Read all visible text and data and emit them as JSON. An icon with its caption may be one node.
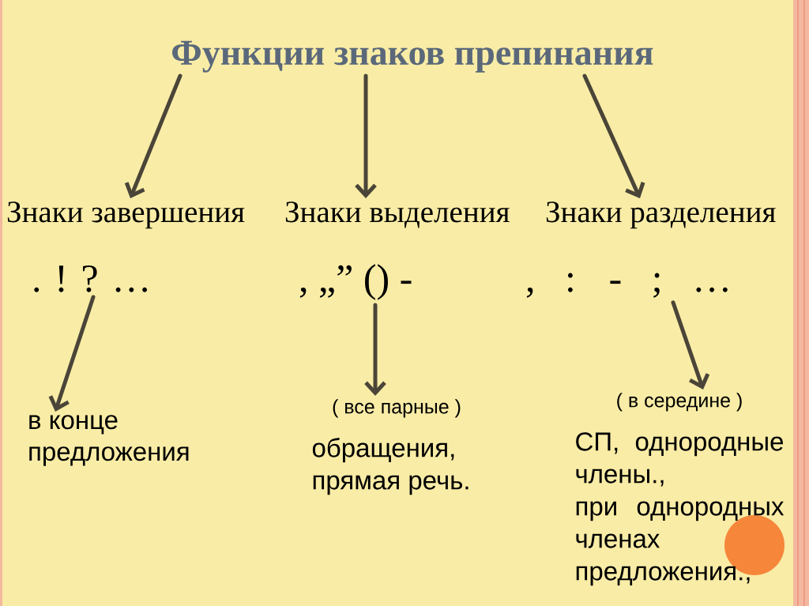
{
  "diagram": {
    "nodes": [
      {
        "text": [
          "Функции знаков препинания"
        ]
      },
      {
        "text": [
          "Знаки завершения",
          ". ! ? …"
        ]
      },
      {
        "text": [
          "Знаки выделения",
          ", „” () -"
        ]
      },
      {
        "text": [
          "Знаки разделения",
          ", : - ; …"
        ]
      },
      {
        "text": [
          "в конце предложения"
        ]
      },
      {
        "text": [
          "( все парные )",
          "обращения, прямая речь."
        ]
      },
      {
        "text": [
          "( в середине )",
          "СП, однородные члены., при однородных членах предложения.,"
        ]
      }
    ],
    "edges": [
      {
        "from": 0,
        "to": 1,
        "arrow": "to"
      },
      {
        "from": 0,
        "to": 2,
        "arrow": "to"
      },
      {
        "from": 0,
        "to": 3,
        "arrow": "to"
      },
      {
        "from": 1,
        "to": 4,
        "arrow": "to"
      },
      {
        "from": 2,
        "to": 5,
        "arrow": "to"
      },
      {
        "from": 3,
        "to": 6,
        "arrow": "to"
      }
    ]
  }
}
